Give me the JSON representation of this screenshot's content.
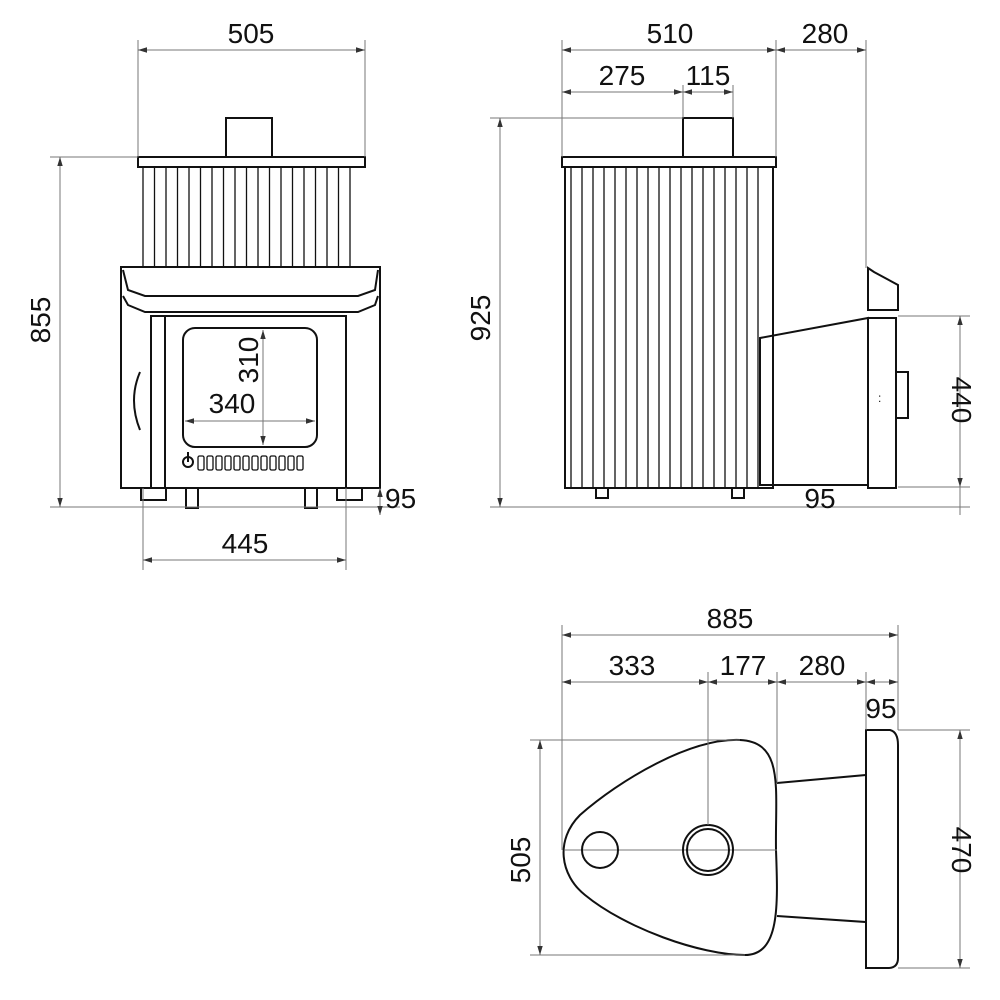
{
  "front_view": {
    "width_top": "505",
    "height": "855",
    "width_base": "445",
    "leg_height": "95",
    "glass_height": "310",
    "glass_width": "340"
  },
  "side_view": {
    "depth": "510",
    "tunnel_length": "280",
    "chimney_offset": "275",
    "chimney_diameter": "115",
    "height": "925",
    "panel_height": "440",
    "leg_height": "95"
  },
  "top_view": {
    "total_length": "885",
    "offset_1": "333",
    "offset_2": "177",
    "tunnel_length": "280",
    "panel_depth": "95",
    "width": "505",
    "panel_width": "470"
  }
}
